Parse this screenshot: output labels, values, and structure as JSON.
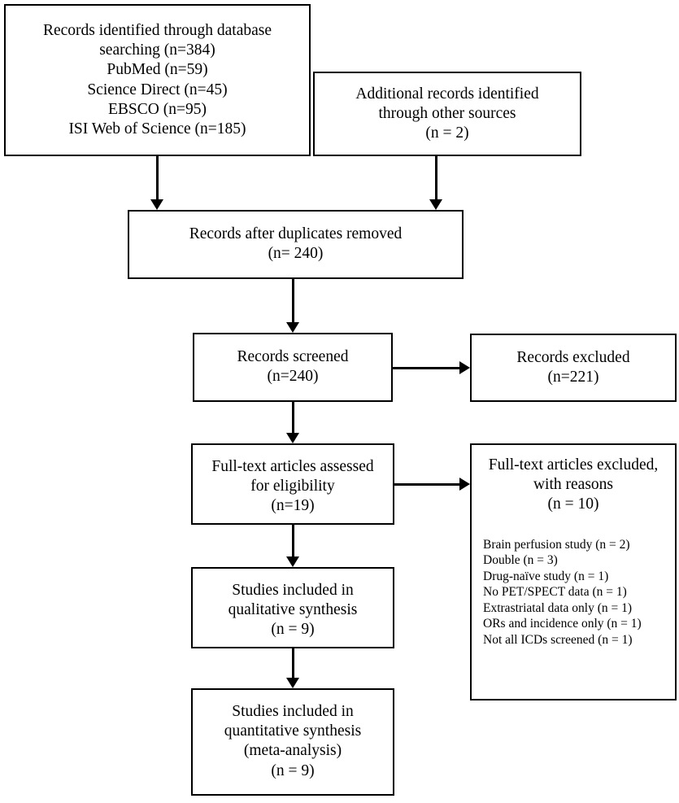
{
  "diagram": {
    "type": "prisma-flow-diagram",
    "boxes": {
      "identified_database": {
        "text": "Records identified through database\nsearching (n=384)\nPubMed (n=59)\nScience Direct (n=45)\nEBSCO (n=95)\nISI Web of Science (n=185)"
      },
      "identified_other": {
        "text": "Additional records identified\nthrough other sources\n(n = 2)"
      },
      "duplicates_removed": {
        "text": "Records after duplicates removed\n(n= 240)"
      },
      "records_screened": {
        "text": "Records screened\n(n=240)"
      },
      "records_excluded": {
        "text": "Records excluded\n(n=221)"
      },
      "fulltext_assessed": {
        "text": "Full-text articles assessed\nfor eligibility\n(n=19)"
      },
      "fulltext_excluded": {
        "heading": "Full-text articles excluded,\nwith reasons\n(n = 10)",
        "reasons": "Brain perfusion study (n = 2)\nDouble (n = 3)\nDrug-naïve study (n = 1)\nNo PET/SPECT data (n = 1)\nExtrastriatal data only (n = 1)\nORs and incidence only (n = 1)\nNot all ICDs screened (n = 1)"
      },
      "qualitative_synthesis": {
        "text": "Studies included in\nqualitative synthesis\n(n = 9)"
      },
      "quantitative_synthesis": {
        "text": "Studies included in\nquantitative synthesis\n(meta-analysis)\n(n = 9)"
      }
    },
    "counts": {
      "database_total": 384,
      "pubmed": 59,
      "science_direct": 45,
      "ebsco": 95,
      "isi_web_of_science": 185,
      "other_sources": 2,
      "after_duplicates": 240,
      "screened": 240,
      "excluded_screening": 221,
      "fulltext_assessed": 19,
      "fulltext_excluded": 10,
      "qualitative": 9,
      "quantitative": 9,
      "reason_brain_perfusion": 2,
      "reason_double": 3,
      "reason_drug_naive": 1,
      "reason_no_pet_spect": 1,
      "reason_extrastriatal": 1,
      "reason_ors_incidence": 1,
      "reason_not_all_icds": 1
    },
    "colors": {
      "stroke": "#000000",
      "fill": "#ffffff",
      "text": "#000000"
    }
  }
}
